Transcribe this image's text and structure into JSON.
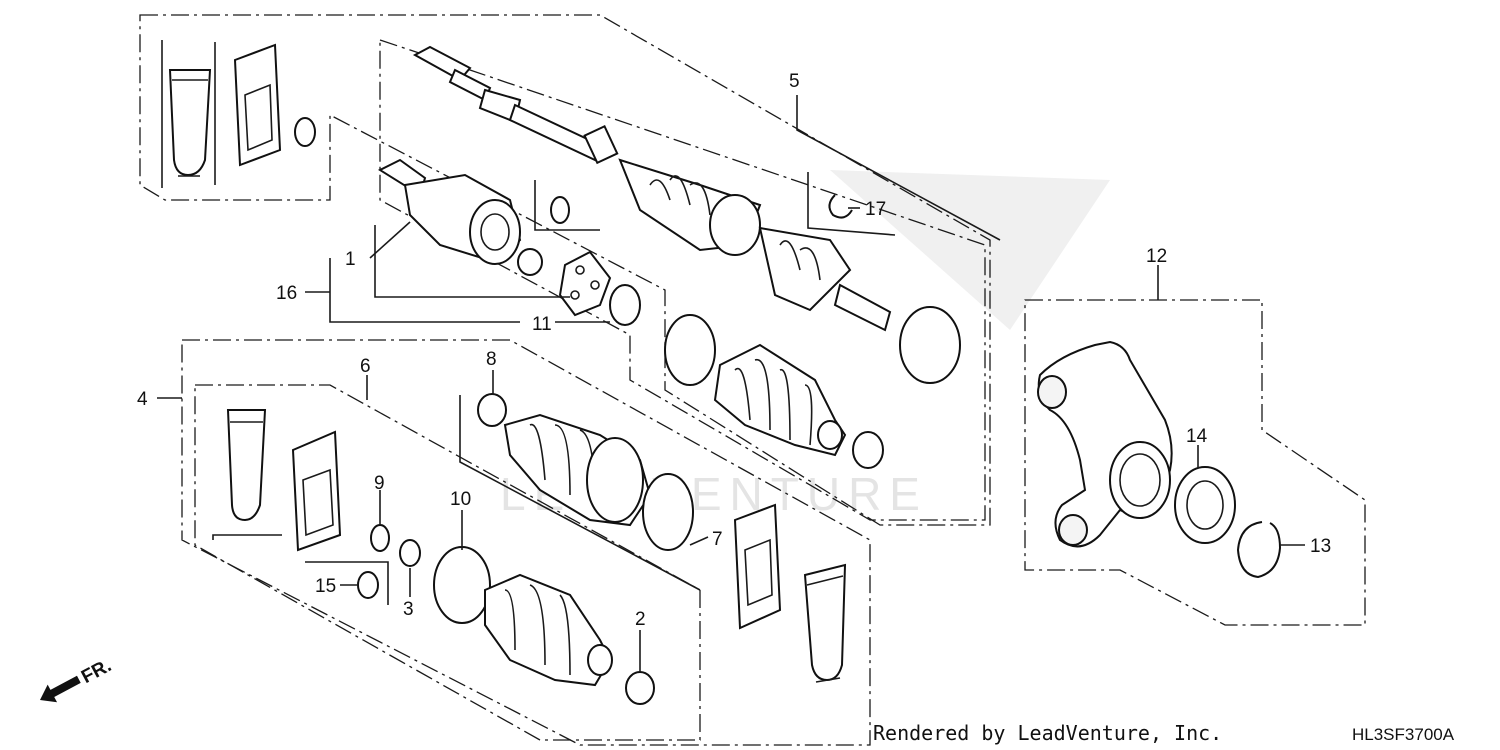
{
  "diagram": {
    "callouts": [
      "1",
      "2",
      "3",
      "4",
      "5",
      "6",
      "7",
      "8",
      "9",
      "10",
      "11",
      "12",
      "13",
      "14",
      "15",
      "16",
      "17"
    ],
    "direction_label": "FR.",
    "credit": "Rendered by LeadVenture, Inc.",
    "diagram_code": "HL3SF3700A",
    "watermark": "LEADVENTURE"
  }
}
